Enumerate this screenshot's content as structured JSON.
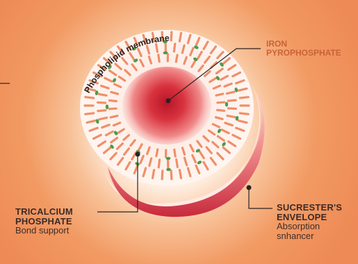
{
  "labels": {
    "membrane": "Phospholipid membrane",
    "iron": {
      "line1": "IRON",
      "line2": "PYROPHOSPHATE"
    },
    "tricalcium": {
      "line1": "TRICALCIUM",
      "line2": "PHOSPHATE",
      "desc": "Bond support"
    },
    "sucrester": {
      "line1": "SUCRESTER'S",
      "line2": "ENVELOPE",
      "desc1": "Absorption",
      "desc2": "snhancer"
    }
  },
  "colors": {
    "background": "#f4a978",
    "glow": "#ffffff",
    "membrane_dash": "#ef8f6a",
    "green_dot": "#4f9a4a",
    "core": "#d62b3a",
    "rim": "#d8404c",
    "leader_line": "#2b2220"
  }
}
